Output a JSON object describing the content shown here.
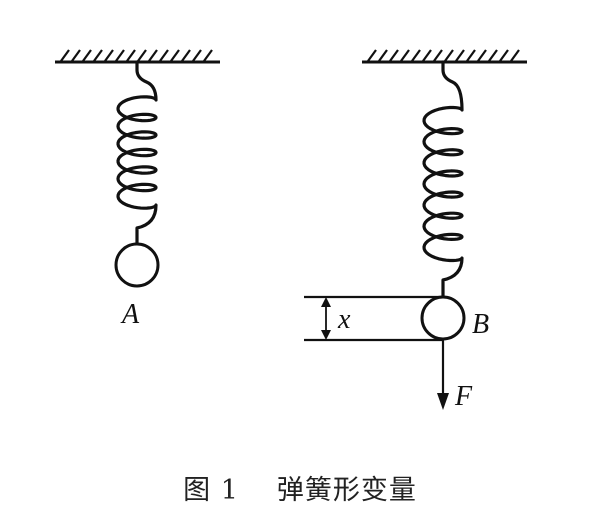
{
  "caption": {
    "figure_number": "图 1",
    "title": "弹簧形变量"
  },
  "labels": {
    "ball_left": "A",
    "ball_right": "B",
    "displacement": "x",
    "force": "F"
  },
  "colors": {
    "ink": "#111111",
    "background": "#ffffff"
  }
}
